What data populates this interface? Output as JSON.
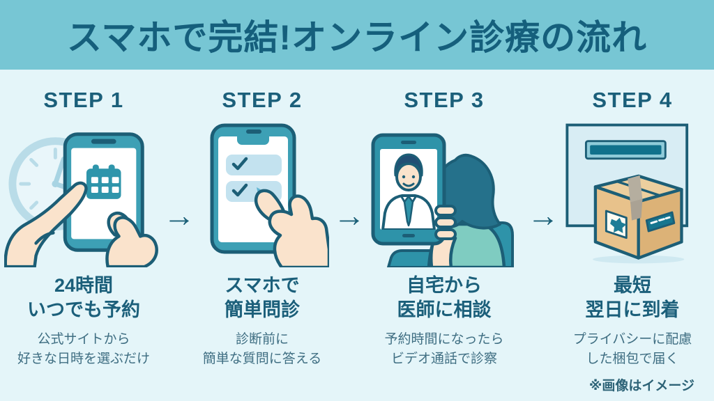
{
  "header": {
    "title": "スマホで完結!オンライン診療の流れ"
  },
  "steps": [
    {
      "label": "STEP 1",
      "title": "24時間\nいつでも予約",
      "desc": "公式サイトから\n好きな日時を選ぶだけ",
      "icon": "clock-calendar-phone-icon"
    },
    {
      "label": "STEP 2",
      "title": "スマホで\n簡単問診",
      "desc": "診断前に\n簡単な質問に答える",
      "icon": "smartphone-checklist-icon"
    },
    {
      "label": "STEP 3",
      "title": "自宅から\n医師に相談",
      "desc": "予約時間になったら\nビデオ通話で診察",
      "icon": "video-call-doctor-patient-icon"
    },
    {
      "label": "STEP 4",
      "title": "最短\n翌日に到着",
      "desc": "プライバシーに配慮\nした梱包で届く",
      "icon": "delivery-box-mail-slot-icon"
    }
  ],
  "arrow_glyph": "→",
  "footnote": "※画像はイメージ",
  "colors": {
    "header_bg": "#77c6d4",
    "page_bg": "#e4f5f9",
    "heading_text": "#1b5f7a",
    "desc_text": "#3f6e82",
    "outline": "#1c5e76",
    "phone_teal": "#3da0b5",
    "pale_clock": "#b9dce8",
    "check_row": "#c3e2ef",
    "skin": "#fae3cc",
    "shirt_teal": "#7fccc1",
    "chair_teal": "#2e93a9",
    "box_tan": "#e8c28b",
    "label_teal": "#16768f"
  }
}
